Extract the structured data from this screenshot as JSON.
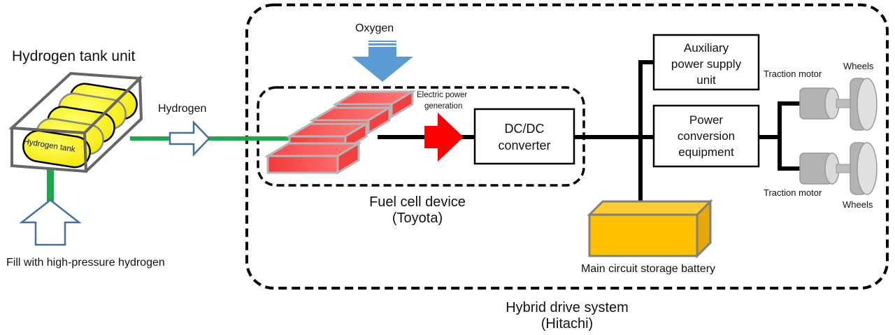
{
  "title": "Fuel cell hybrid railway vehicle system diagram",
  "labels": {
    "hydrogen_tank_unit": "Hydrogen tank unit",
    "hydrogen_tank": "Hydrogen tank",
    "hydrogen_flow": "Hydrogen",
    "fill": "Fill with high-pressure hydrogen",
    "oxygen": "Oxygen",
    "electric_power_line1": "Electric power",
    "electric_power_line2": "generation",
    "dcdc_line1": "DC/DC",
    "dcdc_line2": "converter",
    "fuel_cell_line1": "Fuel cell device",
    "fuel_cell_line2": "(Toyota)",
    "aux_line1": "Auxiliary",
    "aux_line2": "power supply",
    "aux_line3": "unit",
    "pce_line1": "Power",
    "pce_line2": "conversion",
    "pce_line3": "equipment",
    "traction_motor_top": "Traction motor",
    "wheels_top": "Wheels",
    "traction_motor_bottom": "Traction motor",
    "wheels_bottom": "Wheels",
    "battery": "Main circuit storage battery",
    "hybrid_line1": "Hybrid drive system",
    "hybrid_line2": "(Hitachi)"
  },
  "colors": {
    "hydrogen_pipe": "#1aa84a",
    "arrow_outline": "#41719c",
    "oxygen_arrow": "#5b9bd5",
    "fuel_cell": "#f24b4b",
    "power_arrow": "#ff0000",
    "tank": "#ffff00",
    "battery": "#ffc000",
    "motor": "#b0b0b0"
  }
}
